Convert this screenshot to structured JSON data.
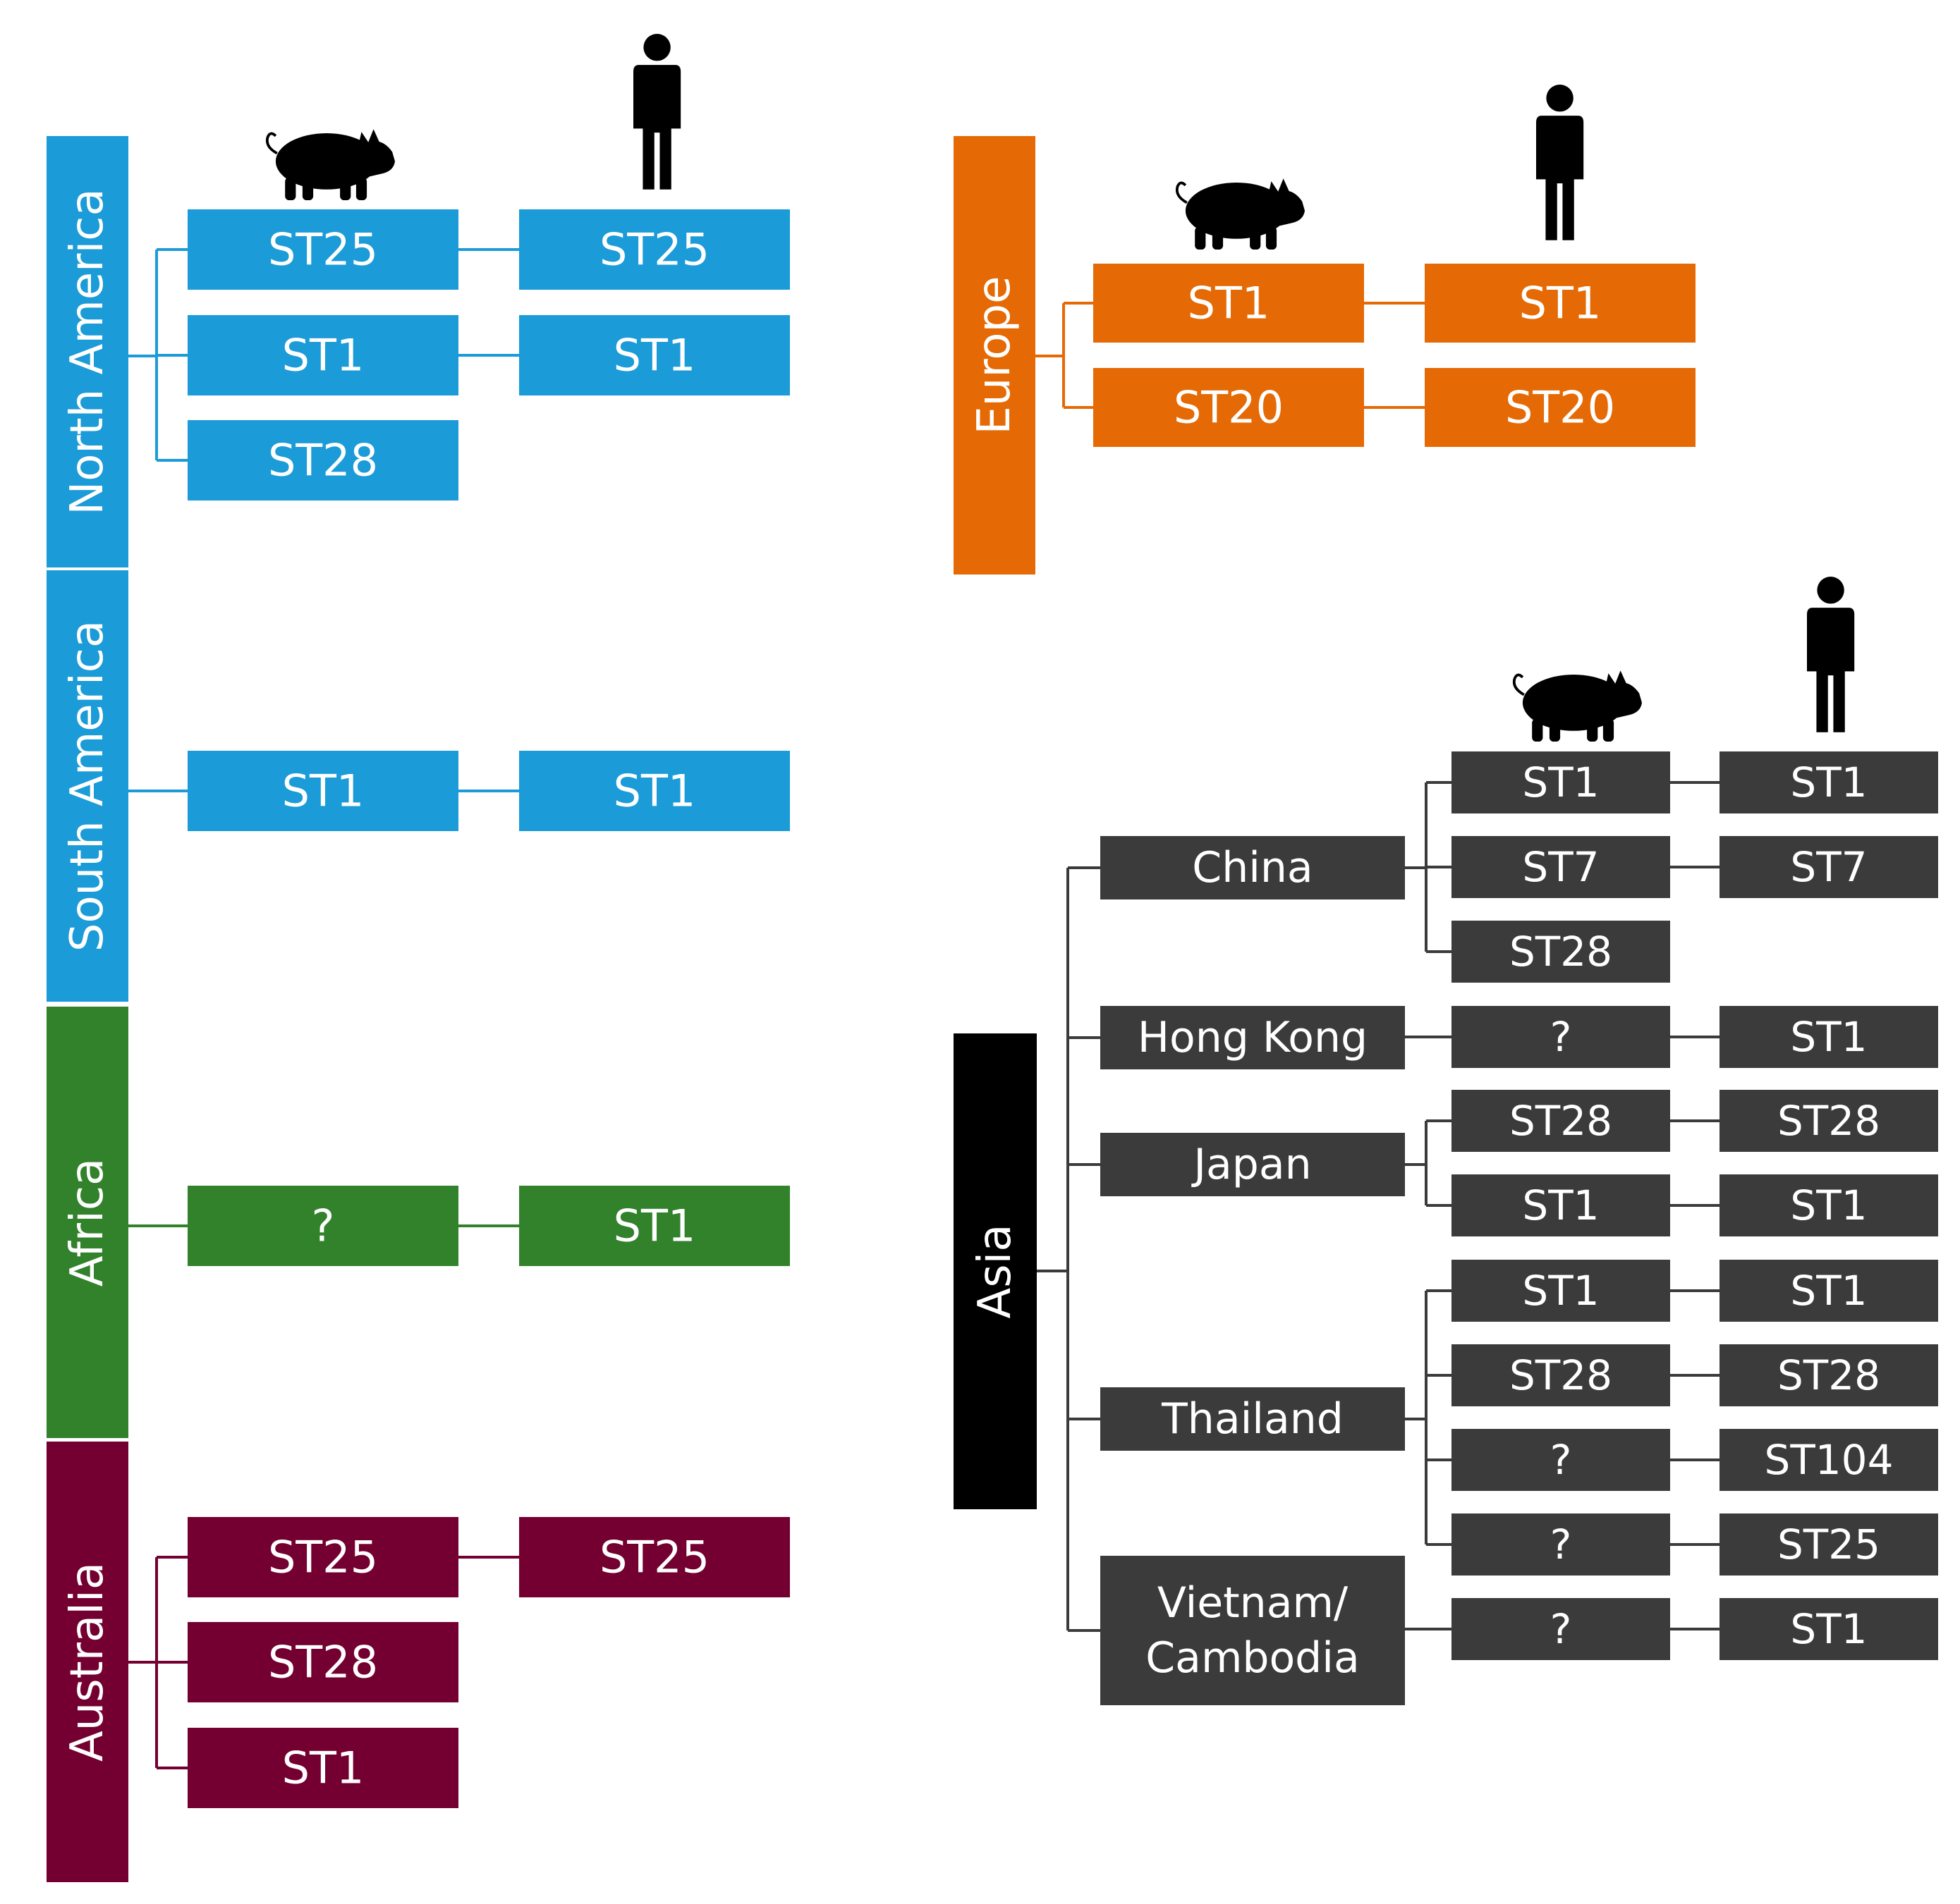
{
  "colors": {
    "north_america": "#1b9bd7",
    "south_america": "#1b9bd7",
    "africa": "#31822b",
    "australia": "#740031",
    "europe": "#e56a05",
    "asia_region": "#000000",
    "asia_box": "#3b3b3b",
    "icon": "#000000"
  },
  "icons": [
    "pig-icon",
    "human-icon"
  ],
  "regions": {
    "north_america": {
      "label": "North America",
      "pairs": [
        {
          "pig": "ST25",
          "human": "ST25"
        },
        {
          "pig": "ST1",
          "human": "ST1"
        },
        {
          "pig": "ST28",
          "human": ""
        }
      ]
    },
    "south_america": {
      "label": "South America",
      "pairs": [
        {
          "pig": "ST1",
          "human": "ST1"
        }
      ]
    },
    "africa": {
      "label": "Africa",
      "pairs": [
        {
          "pig": "?",
          "human": "ST1"
        }
      ]
    },
    "australia": {
      "label": "Australia",
      "pairs": [
        {
          "pig": "ST25",
          "human": "ST25"
        },
        {
          "pig": "ST28",
          "human": ""
        },
        {
          "pig": "ST1",
          "human": ""
        }
      ]
    },
    "europe": {
      "label": "Europe",
      "pairs": [
        {
          "pig": "ST1",
          "human": "ST1"
        },
        {
          "pig": "ST20",
          "human": "ST20"
        }
      ]
    },
    "asia": {
      "label": "Asia",
      "countries": [
        {
          "name": "China",
          "pairs": [
            {
              "pig": "ST1",
              "human": "ST1"
            },
            {
              "pig": "ST7",
              "human": "ST7"
            },
            {
              "pig": "ST28",
              "human": ""
            }
          ]
        },
        {
          "name": "Hong Kong",
          "pairs": [
            {
              "pig": "?",
              "human": "ST1"
            }
          ]
        },
        {
          "name": "Japan",
          "pairs": [
            {
              "pig": "ST28",
              "human": "ST28"
            },
            {
              "pig": "ST1",
              "human": "ST1"
            }
          ]
        },
        {
          "name": "Thailand",
          "pairs": [
            {
              "pig": "ST1",
              "human": "ST1"
            },
            {
              "pig": "ST28",
              "human": "ST28"
            },
            {
              "pig": "?",
              "human": "ST104"
            },
            {
              "pig": "?",
              "human": "ST25"
            }
          ]
        },
        {
          "name": "Vietnam/\nCambodia",
          "pairs": [
            {
              "pig": "?",
              "human": "ST1"
            }
          ]
        }
      ]
    }
  }
}
